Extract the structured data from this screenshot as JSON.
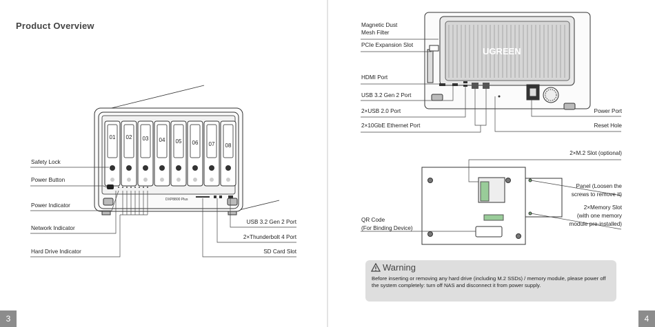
{
  "left_page": {
    "title": "Product Overview",
    "page_number": "3",
    "bay_numbers": [
      "01",
      "02",
      "03",
      "04",
      "05",
      "06",
      "07",
      "08"
    ],
    "front_brand": "DXP8800 Plus",
    "labels": {
      "safety_lock": "Safety Lock",
      "power_button": "Power Button",
      "power_indicator": "Power Indicator",
      "network_indicator": "Network Indicator",
      "hard_drive_indicator": "Hard Drive Indicator",
      "usb_gen2": "USB 3.2 Gen 2 Port",
      "thunderbolt": "2×Thunderbolt 4 Port",
      "sd_card": "SD Card Slot"
    }
  },
  "right_page": {
    "page_number": "4",
    "brand": "UGREEN",
    "labels": {
      "dust_filter_1": "Magnetic Dust",
      "dust_filter_2": "Mesh Filter",
      "pcie": "PCIe Expansion Slot",
      "hdmi": "HDMI Port",
      "usb_gen2": "USB 3.2 Gen 2 Port",
      "usb2": "2×USB 2.0 Port",
      "ethernet": "2×10GbE Ethernet Port",
      "power_port": "Power Port",
      "reset_hole": "Reset Hole",
      "m2_slot": "2×M.2 Slot (optional)",
      "panel_1": "Panel (Loosen the",
      "panel_2": "screws to remove it)",
      "memory_1": "2×Memory Slot",
      "memory_2": "(with one memory",
      "memory_3": "module pre-installed)",
      "qr_1": "QR Code",
      "qr_2": "(For Binding Device)"
    },
    "warning": {
      "title": "Warning",
      "body": "Before inserting or removing any hard drive (including M.2 SSDs) / memory module, please power off the system completely: turn off NAS and disconnect it from power supply."
    }
  }
}
